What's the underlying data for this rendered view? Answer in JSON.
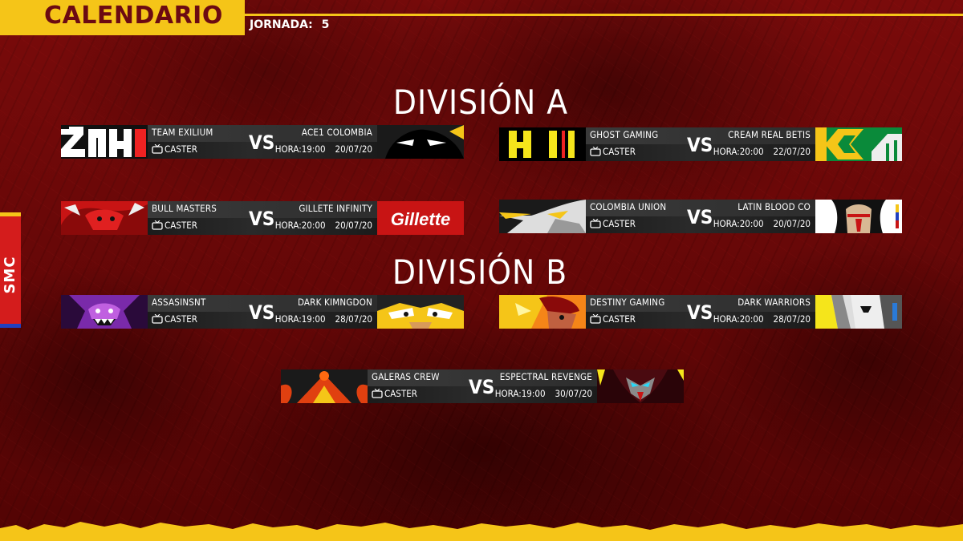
{
  "header": {
    "title": "CALENDARIO",
    "jornada_label": "JORNADA:",
    "jornada_value": "5"
  },
  "side_logo": "SMC",
  "divisions": [
    {
      "title": "DIVISIÓN A"
    },
    {
      "title": "DIVISIÓN B"
    }
  ],
  "matches": [
    {
      "home": "TEAM EXILIUM",
      "away": "ACE1 COLOMBIA",
      "caster": "CASTER",
      "time": "HORA:19:00",
      "date": "20/07/20"
    },
    {
      "home": "GHOST GAMING",
      "away": "CREAM REAL BETIS",
      "caster": "CASTER",
      "time": "HORA:20:00",
      "date": "22/07/20"
    },
    {
      "home": "BULL MASTERS",
      "away": "GILLETE INFINITY",
      "caster": "CASTER",
      "time": "HORA:20:00",
      "date": "20/07/20"
    },
    {
      "home": "COLOMBIA UNION",
      "away": "LATIN BLOOD CO",
      "caster": "CASTER",
      "time": "HORA:20:00",
      "date": "20/07/20"
    },
    {
      "home": "ASSASINSNT",
      "away": "DARK KIMNGDON",
      "caster": "CASTER",
      "time": "HORA:19:00",
      "date": "28/07/20"
    },
    {
      "home": "DESTINY GAMING",
      "away": "DARK WARRIORS",
      "caster": "CASTER",
      "time": "HORA:20:00",
      "date": "28/07/20"
    },
    {
      "home": "GALERAS CREW",
      "away": "ESPECTRAL REVENGE",
      "caster": "CASTER",
      "time": "HORA:19:00",
      "date": "30/07/20"
    }
  ],
  "vs_label": "VS",
  "gillette_logo_text": "Gillette",
  "colors": {
    "accent": "#f5c518",
    "title": "#6b0a12",
    "background": "#5a0606"
  }
}
